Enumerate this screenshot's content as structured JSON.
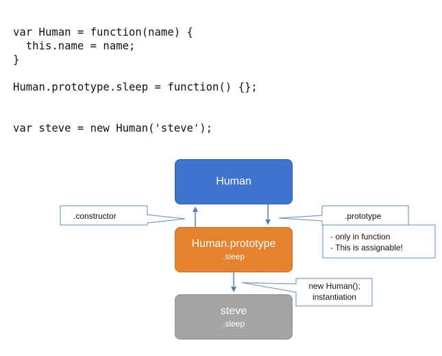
{
  "code": {
    "line1": "var Human = function(name) {",
    "line2": "  this.name = name;",
    "line3": "}",
    "line4": "Human.prototype.sleep = function() {};",
    "line5": "var steve = new Human('steve');"
  },
  "diagram": {
    "human_node": {
      "title": "Human",
      "color": "#3f74cf"
    },
    "prototype_node": {
      "title": "Human.prototype",
      "sub": ".sleep",
      "color": "#e5822e"
    },
    "steve_node": {
      "title": "steve",
      "sub": ".sleep",
      "color": "#a5a5a5"
    },
    "constructor_callout": ".constructor",
    "prototype_callout": ".prototype",
    "prototype_notes": [
      "-    only in function",
      "-    This is assignable!"
    ],
    "instantiation_callout": [
      "new Human();",
      "instantiation"
    ],
    "arrow_color": "#4f81bd"
  }
}
